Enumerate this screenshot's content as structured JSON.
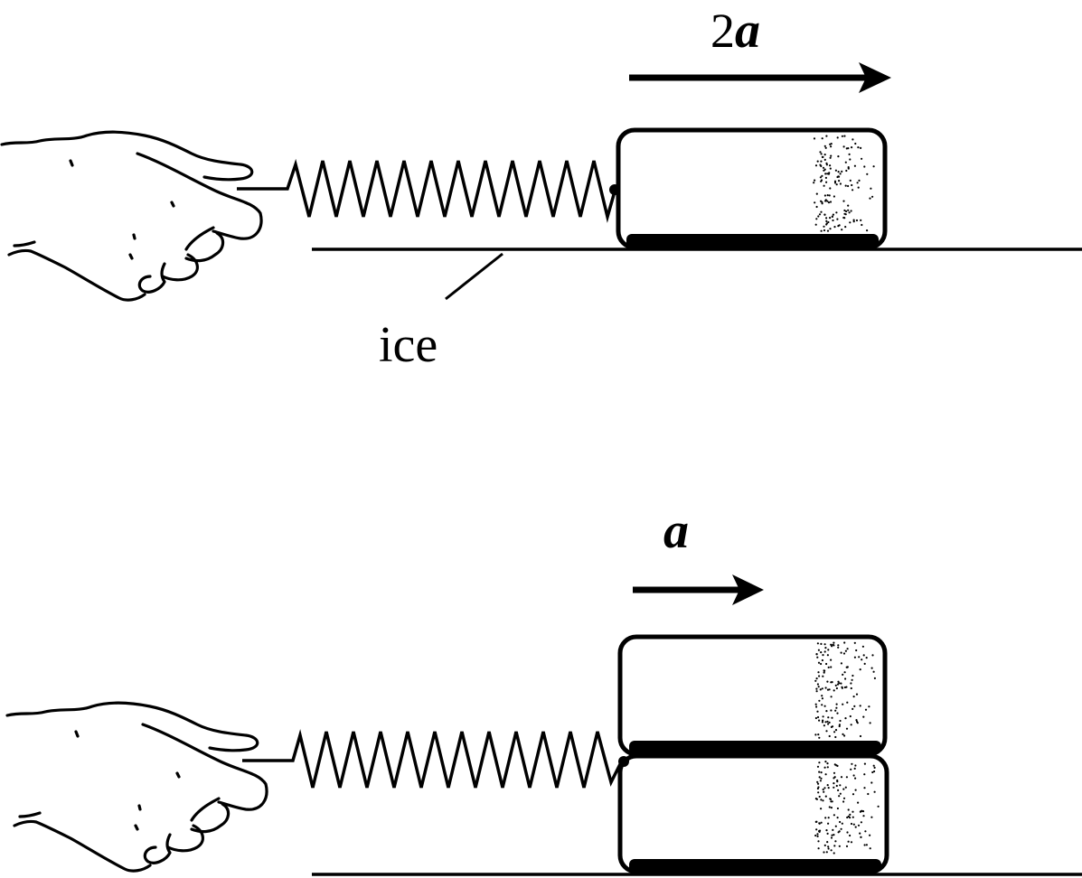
{
  "top_panel": {
    "accel_coefficient": "2",
    "accel_symbol": "a",
    "surface_label": "ice",
    "block_count": 1
  },
  "bottom_panel": {
    "accel_coefficient": "",
    "accel_symbol": "a",
    "block_count": 2
  },
  "colors": {
    "ink": "#000000",
    "background": "#ffffff"
  }
}
